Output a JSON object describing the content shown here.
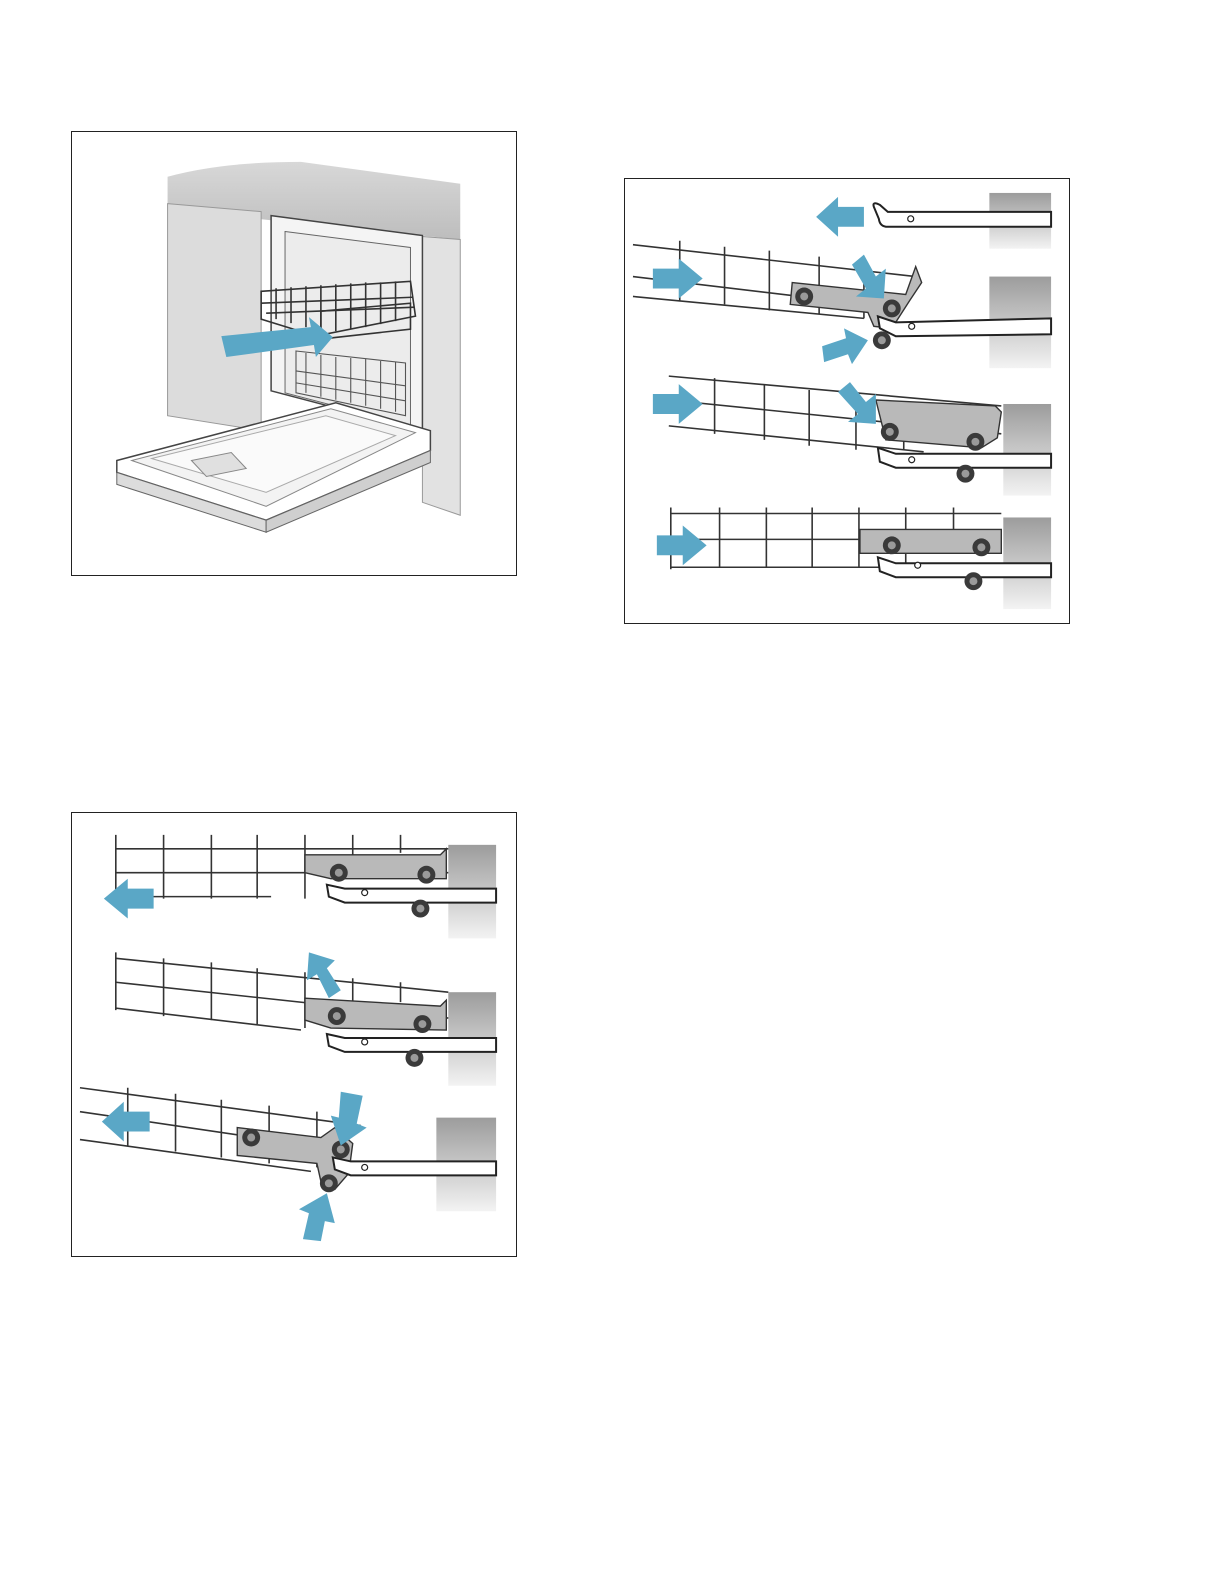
{
  "page": {
    "background": "#ffffff",
    "border_color": "#222222"
  },
  "colors": {
    "arrow_blue": "#5aa7c6",
    "bracket_grey": "#b9b9b9",
    "wall_grey": "#a8a8a8",
    "roller_dark": "#3a3a3a"
  },
  "figures": [
    {
      "id": "dishwasher-rack-pull-out",
      "depicts": "dishwasher-open-upper-rack-arrow"
    },
    {
      "id": "rack-reinstall-steps",
      "depicts": "rack-rollers-onto-rail-three-steps"
    },
    {
      "id": "rack-remove-steps",
      "depicts": "rack-rollers-off-rail-three-steps"
    }
  ],
  "icons": [
    "arrow-icon",
    "roller-icon",
    "rail-icon",
    "rack-icon"
  ]
}
